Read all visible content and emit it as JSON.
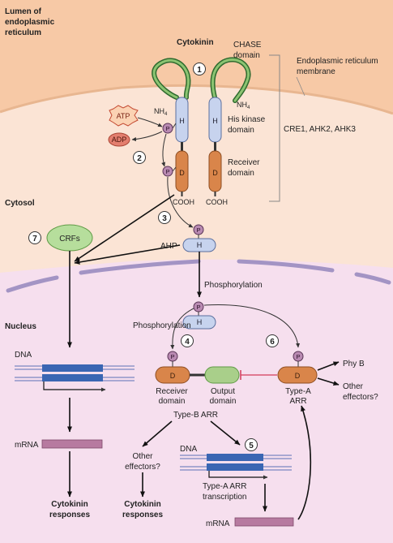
{
  "regions": {
    "lumen": "Lumen of endoplasmic reticulum",
    "lumen_lines": [
      "Lumen of",
      "endoplasmic",
      "reticulum"
    ],
    "cytosol": "Cytosol",
    "nucleus": "Nucleus"
  },
  "receptor": {
    "title": "Cytokinin",
    "chase_lines": [
      "CHASE",
      "domain"
    ],
    "er_membrane_lines": [
      "Endoplasmic reticulum",
      "membrane"
    ],
    "nh4_left": "NH",
    "nh4_left_sub": "4",
    "nh4_right": "NH",
    "nh4_right_sub": "4",
    "his_kinase_lines": [
      "His kinase",
      "domain"
    ],
    "receiver_lines": [
      "Receiver",
      "domain"
    ],
    "family": "CRE1, AHK2, AHK3",
    "h_letter": "H",
    "d_letter": "D",
    "cooh": "COOH"
  },
  "atp": "ATP",
  "adp": "ADP",
  "p": "P",
  "steps": [
    "1",
    "2",
    "3",
    "4",
    "5",
    "6",
    "7"
  ],
  "crfs": "CRFs",
  "ahp": "AHP",
  "phosphorylation": "Phosphorylation",
  "dna": "DNA",
  "mrna": "mRNA",
  "cytokinin_responses_lines": [
    "Cytokinin",
    "responses"
  ],
  "typeb": {
    "receiver_lines": [
      "Receiver",
      "domain"
    ],
    "output_lines": [
      "Output",
      "domain"
    ],
    "label": "Type-B ARR"
  },
  "other_effectors_lines": [
    "Other",
    "effectors?"
  ],
  "typea": {
    "label_lines": [
      "Type-A",
      "ARR"
    ],
    "transcription_lines": [
      "Type-A ARR",
      "transcription"
    ]
  },
  "phy_b": "Phy B",
  "colors": {
    "er_lumen": "#f7c9a6",
    "cytosol": "#fbe4d5",
    "nucleus": "#f6dfee",
    "his_domain": "#c7d3ee",
    "receiver_domain": "#d9854a",
    "output_domain": "#a9cf8a",
    "phosphate": "#b98ab2",
    "crfs": "#b6de9c",
    "dna_blue": "#3a66b3",
    "mrna": "#b77aa0",
    "inhibition": "#d23a5a"
  }
}
